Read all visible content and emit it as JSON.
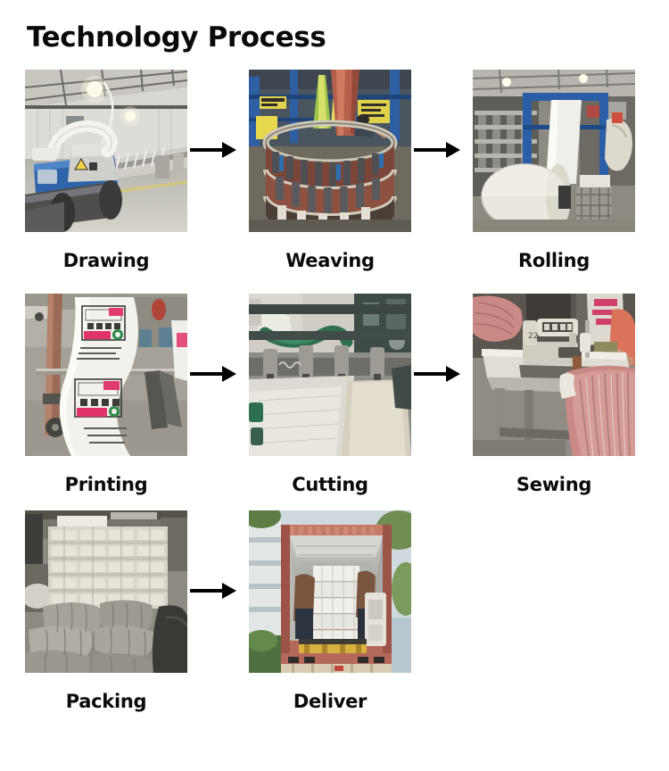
{
  "page": {
    "title": "Technology Process",
    "background_color": "#ffffff",
    "text_color": "#0b0b0b"
  },
  "flow": {
    "arrow_icon": "arrow-right-icon",
    "arrow_color": "#000000",
    "rows": [
      {
        "steps": [
          {
            "label": "Drawing",
            "image": "drawing-photo",
            "arrow_after": true
          },
          {
            "label": "Weaving",
            "image": "weaving-photo",
            "arrow_after": true
          },
          {
            "label": "Rolling",
            "image": "rolling-photo",
            "arrow_after": false
          }
        ]
      },
      {
        "steps": [
          {
            "label": "Printing",
            "image": "printing-photo",
            "arrow_after": true
          },
          {
            "label": "Cutting",
            "image": "cutting-photo",
            "arrow_after": true
          },
          {
            "label": "Sewing",
            "image": "sewing-photo",
            "arrow_after": false
          }
        ]
      },
      {
        "steps": [
          {
            "label": "Packing",
            "image": "packing-photo",
            "arrow_after": true
          },
          {
            "label": "Deliver",
            "image": "deliver-photo",
            "arrow_after": false
          }
        ]
      }
    ]
  },
  "steps": {
    "drawing": {
      "label": "Drawing"
    },
    "weaving": {
      "label": "Weaving"
    },
    "rolling": {
      "label": "Rolling"
    },
    "printing": {
      "label": "Printing"
    },
    "cutting": {
      "label": "Cutting"
    },
    "sewing": {
      "label": "Sewing"
    },
    "packing": {
      "label": "Packing"
    },
    "deliver": {
      "label": "Deliver"
    }
  }
}
